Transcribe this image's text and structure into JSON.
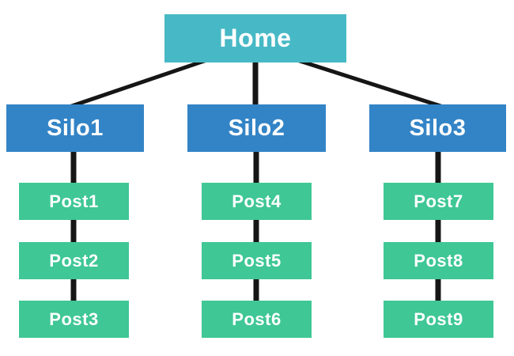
{
  "diagram": {
    "name": "site-silo-structure",
    "home": {
      "label": "Home"
    },
    "silos": [
      {
        "label": "Silo1",
        "posts": [
          "Post1",
          "Post2",
          "Post3"
        ]
      },
      {
        "label": "Silo2",
        "posts": [
          "Post4",
          "Post5",
          "Post6"
        ]
      },
      {
        "label": "Silo3",
        "posts": [
          "Post7",
          "Post8",
          "Post9"
        ]
      }
    ]
  },
  "colors": {
    "home": "#47b9c6",
    "silo": "#3384c6",
    "post": "#3fc795",
    "line": "#161616",
    "text": "#ffffff",
    "background": "#ffffff"
  }
}
